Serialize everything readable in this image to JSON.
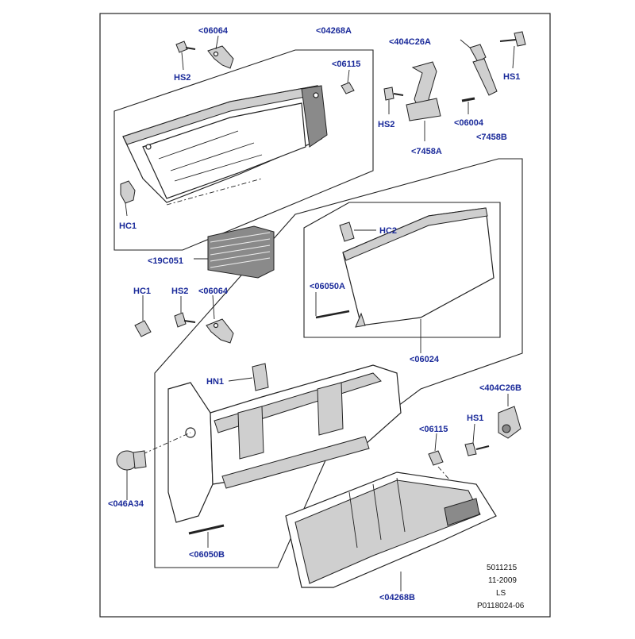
{
  "callouts": {
    "c06064_top": "<06064",
    "c04268A": "<04268A",
    "c404C26A": "<404C26A",
    "hs2_top": "HS2",
    "c06115_top": "<06115",
    "hs1_top": "HS1",
    "hs2_mid": "HS2",
    "c06004": "<06004",
    "c7458A": "<7458A",
    "c7458B": "<7458B",
    "hc1_top": "HC1",
    "hc2": "HC2",
    "c19C051": "<19C051",
    "hc1_mid": "HC1",
    "hs2_lower": "HS2",
    "c06064_mid": "<06064",
    "c06050A": "<06050A",
    "c06024": "<06024",
    "hn1": "HN1",
    "c404C26B": "<404C26B",
    "c06115_low": "<06115",
    "hs1_low": "HS1",
    "c046A34": "<046A34",
    "c06050B": "<06050B",
    "c04268B": "<04268B"
  },
  "meta": {
    "line1": "5011215",
    "line2": "11-2009",
    "line3": "LS",
    "line4": "P0118024-06"
  },
  "icons": [
    "screw-icon",
    "clip-icon",
    "bracket-icon",
    "latch-icon",
    "bumper-icon",
    "pin-icon",
    "hinge-icon"
  ]
}
